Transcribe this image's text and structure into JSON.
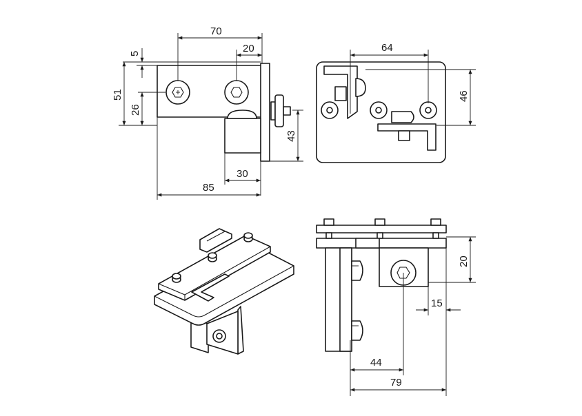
{
  "dimensions": {
    "top_left_width_holes": "70",
    "top_left_hole_offset": "20",
    "top_left_top_offset": "5",
    "top_left_height": "51",
    "top_left_hole_height": "26",
    "top_left_side_height": "43",
    "top_left_bracket_width": "30",
    "top_left_total_width": "85",
    "top_right_hole_spacing": "64",
    "top_right_height": "46",
    "bottom_right_height": "20",
    "bottom_right_offset": "15",
    "bottom_right_hole_pos": "44",
    "bottom_right_total_width": "79"
  }
}
